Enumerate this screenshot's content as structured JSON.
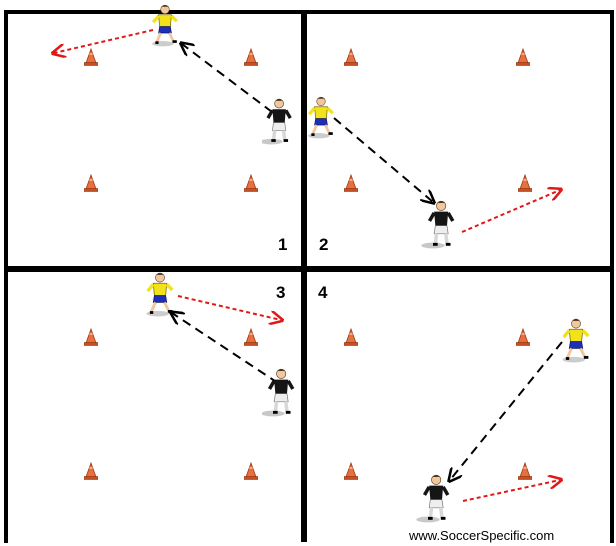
{
  "quadrants": [
    {
      "label": "1"
    },
    {
      "label": "2"
    },
    {
      "label": "3"
    },
    {
      "label": "4"
    }
  ],
  "credit": "www.SoccerSpecific.com",
  "colors": {
    "field_line": "#000000",
    "cone": "#e8703f",
    "pass_arrow": "#000000",
    "run_arrow": "#e11818",
    "yellow_jersey": "#f2e21c",
    "blue_shorts": "#1d2fb8",
    "black_jersey": "#151515"
  },
  "icons": {
    "cone": "training-cone-icon",
    "attacker": "yellow-player-icon",
    "defender": "black-player-icon"
  }
}
